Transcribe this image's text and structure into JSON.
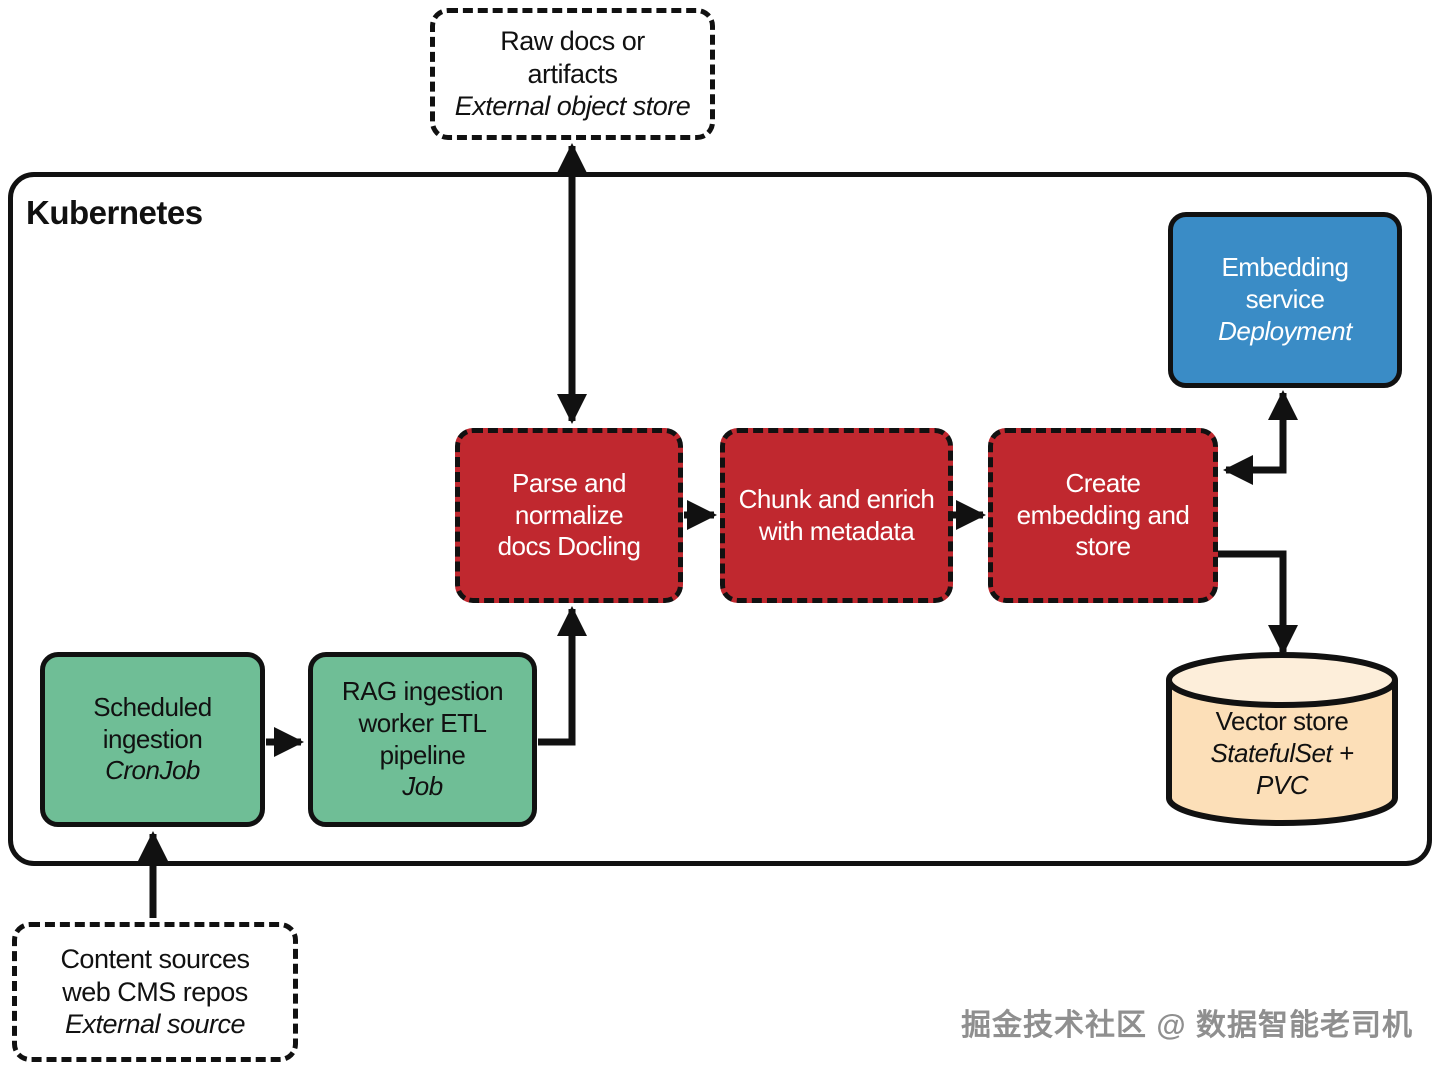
{
  "container": {
    "label": "Kubernetes"
  },
  "nodes": {
    "raw_docs": {
      "lines": [
        "Raw docs or",
        "artifacts"
      ],
      "sub": "External object store"
    },
    "embedding_service": {
      "lines": [
        "Embedding",
        "service"
      ],
      "sub": "Deployment"
    },
    "parse_normalize": {
      "lines": [
        "Parse and",
        "normalize",
        "docs Docling"
      ]
    },
    "chunk_enrich": {
      "lines": [
        "Chunk and enrich",
        "with metadata"
      ]
    },
    "create_embedding": {
      "lines": [
        "Create",
        "embedding and",
        "store"
      ]
    },
    "scheduled_ingestion": {
      "lines": [
        "Scheduled",
        "ingestion"
      ],
      "sub": "CronJob"
    },
    "rag_worker": {
      "lines": [
        "RAG ingestion",
        "worker ETL",
        "pipeline"
      ],
      "sub": "Job"
    },
    "vector_store": {
      "lines": [
        "Vector store"
      ],
      "subs": [
        "StatefulSet +",
        "PVC"
      ]
    },
    "content_sources": {
      "lines": [
        "Content sources",
        "web CMS repos"
      ],
      "sub": "External source"
    }
  },
  "colors": {
    "process_red": "#c0282f",
    "service_blue": "#3a8cc6",
    "job_green": "#6fbe96",
    "store_cream": "#fcdfb8",
    "store_cream_light": "#fdeeda",
    "line_black": "#111111"
  },
  "watermark": "掘金技术社区 @ 数据智能老司机"
}
